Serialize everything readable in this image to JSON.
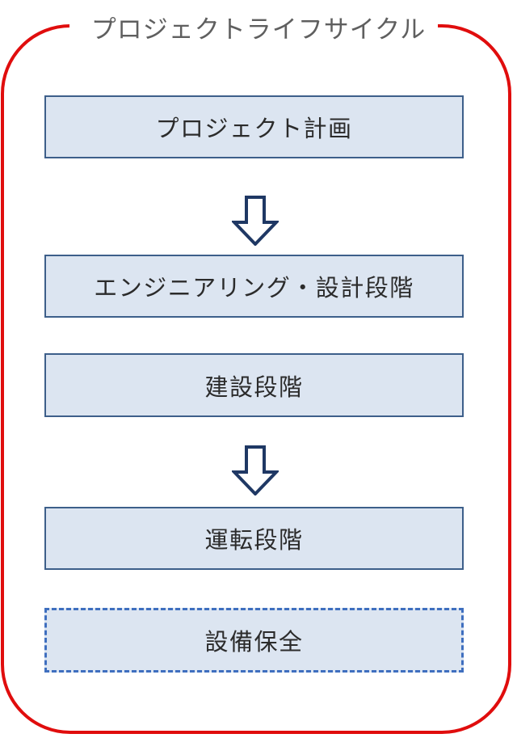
{
  "diagram": {
    "title": "プロジェクトライフサイクル",
    "title_color": "#5f5f5f",
    "frame_color": "#e00d0d",
    "box_fill": "#dce5f1",
    "box_border": "#3d5f8a",
    "dashed_border": "#3f6fbf",
    "arrow_fill": "#ffffff",
    "arrow_stroke": "#1f3864",
    "phases": [
      {
        "label": "プロジェクト計画",
        "style": "solid"
      },
      {
        "label": "エンジニアリング・設計段階",
        "style": "solid"
      },
      {
        "label": "建設段階",
        "style": "solid"
      },
      {
        "label": "運転段階",
        "style": "solid"
      },
      {
        "label": "設備保全",
        "style": "dashed"
      }
    ],
    "connectors": [
      {
        "type": "down-block-arrow",
        "from": "プロジェクト計画",
        "to": "エンジニアリング・設計段階"
      },
      {
        "type": "down-block-arrow",
        "from": "建設段階",
        "to": "運転段階"
      }
    ]
  }
}
